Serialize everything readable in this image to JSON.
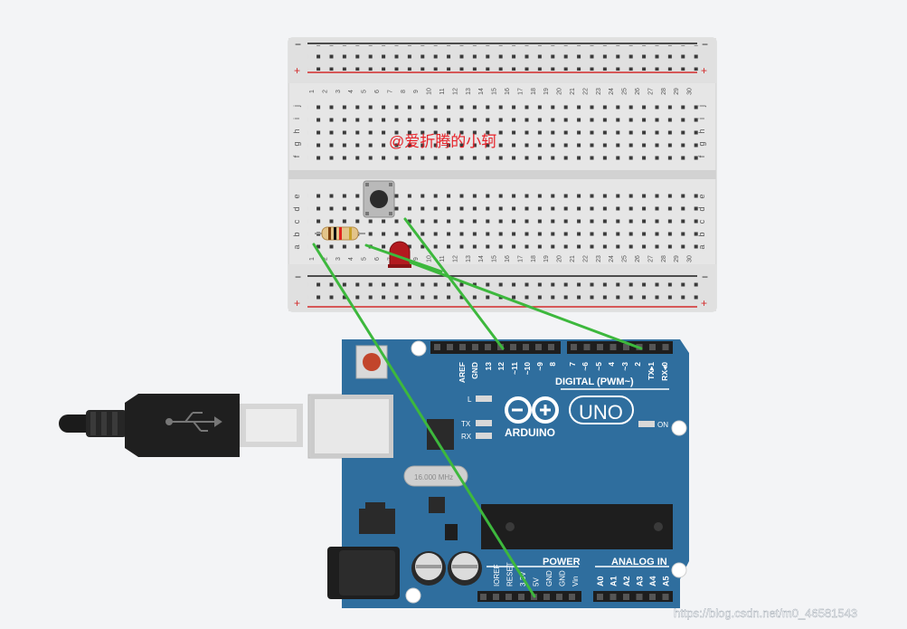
{
  "breadboard": {
    "columns": [
      "1",
      "2",
      "3",
      "4",
      "5",
      "6",
      "7",
      "8",
      "9",
      "10",
      "11",
      "12",
      "13",
      "14",
      "15",
      "16",
      "17",
      "18",
      "19",
      "20",
      "21",
      "22",
      "23",
      "24",
      "25",
      "26",
      "27",
      "28",
      "29",
      "30"
    ],
    "upper_rows": [
      "j",
      "i",
      "h",
      "g",
      "f"
    ],
    "lower_rows": [
      "e",
      "d",
      "c",
      "b",
      "a"
    ],
    "rail_minus": "−",
    "rail_plus": "+"
  },
  "overlay_text": "@爱折腾的小轲",
  "arduino": {
    "digital_pins": [
      "AREF",
      "GND",
      "13",
      "12",
      "~11",
      "~10",
      "~9",
      "8",
      "7",
      "~6",
      "~5",
      "4",
      "~3",
      "2",
      "TX▸1",
      "RX◂0"
    ],
    "digital_label": "DIGITAL (PWM~)",
    "brand": "ARDUINO",
    "model": "UNO",
    "led_l": "L",
    "led_tx": "TX",
    "led_rx": "RX",
    "led_on": "ON",
    "crystal_text": "16.000 MHz",
    "power_label": "POWER",
    "power_pins": [
      "IOREF",
      "RESET",
      "3.3V",
      "5V",
      "GND",
      "GND",
      "Vin"
    ],
    "analog_label": "ANALOG IN",
    "analog_pins": [
      "A0",
      "A1",
      "A2",
      "A3",
      "A4",
      "A5"
    ]
  },
  "watermark": "https://blog.csdn.net/m0_46581543",
  "colors": {
    "board_blue": "#2f6e9e",
    "wire_green": "#3db83d",
    "overlay_red": "#e8232a",
    "led_red": "#b3191f"
  }
}
